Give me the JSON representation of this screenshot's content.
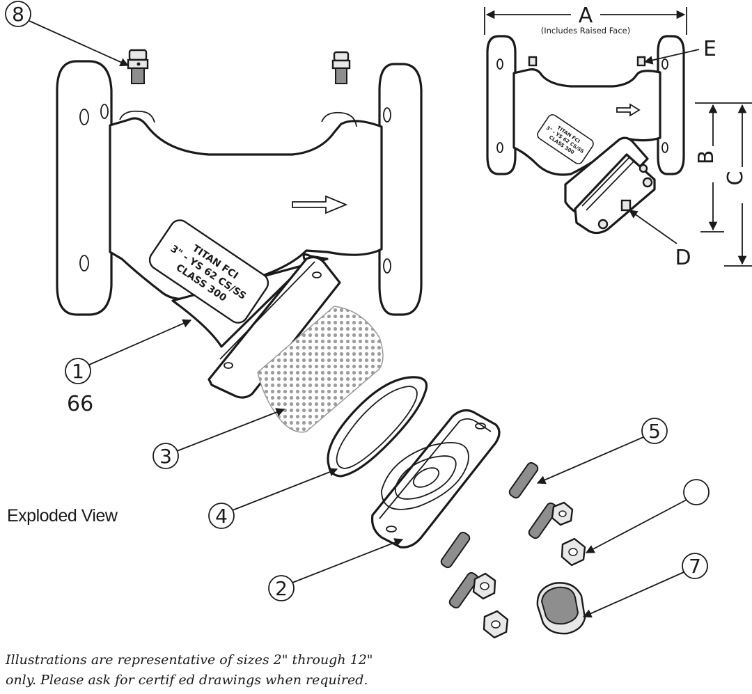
{
  "callouts": {
    "c1": "1",
    "c2": "2",
    "c3": "3",
    "c4": "4",
    "c5": "5",
    "c6": "",
    "c7": "7",
    "c8": "8"
  },
  "part_number": "66",
  "nameplate": {
    "line1": "TITAN FCI",
    "line2": "3\" - YS 62 CS/SS",
    "line3": "CLASS 300"
  },
  "dimensions": {
    "a_label": "A",
    "a_note": "(Includes Raised Face)",
    "b_label": "B",
    "c_label": "C",
    "d_label": "D",
    "e_label": "E"
  },
  "exploded_view_label": "Exploded View",
  "footnote": {
    "line1": "Illustrations are representative of sizes 2\" through 12\"",
    "line2": "only.  Please ask for certif ed drawings when required."
  }
}
